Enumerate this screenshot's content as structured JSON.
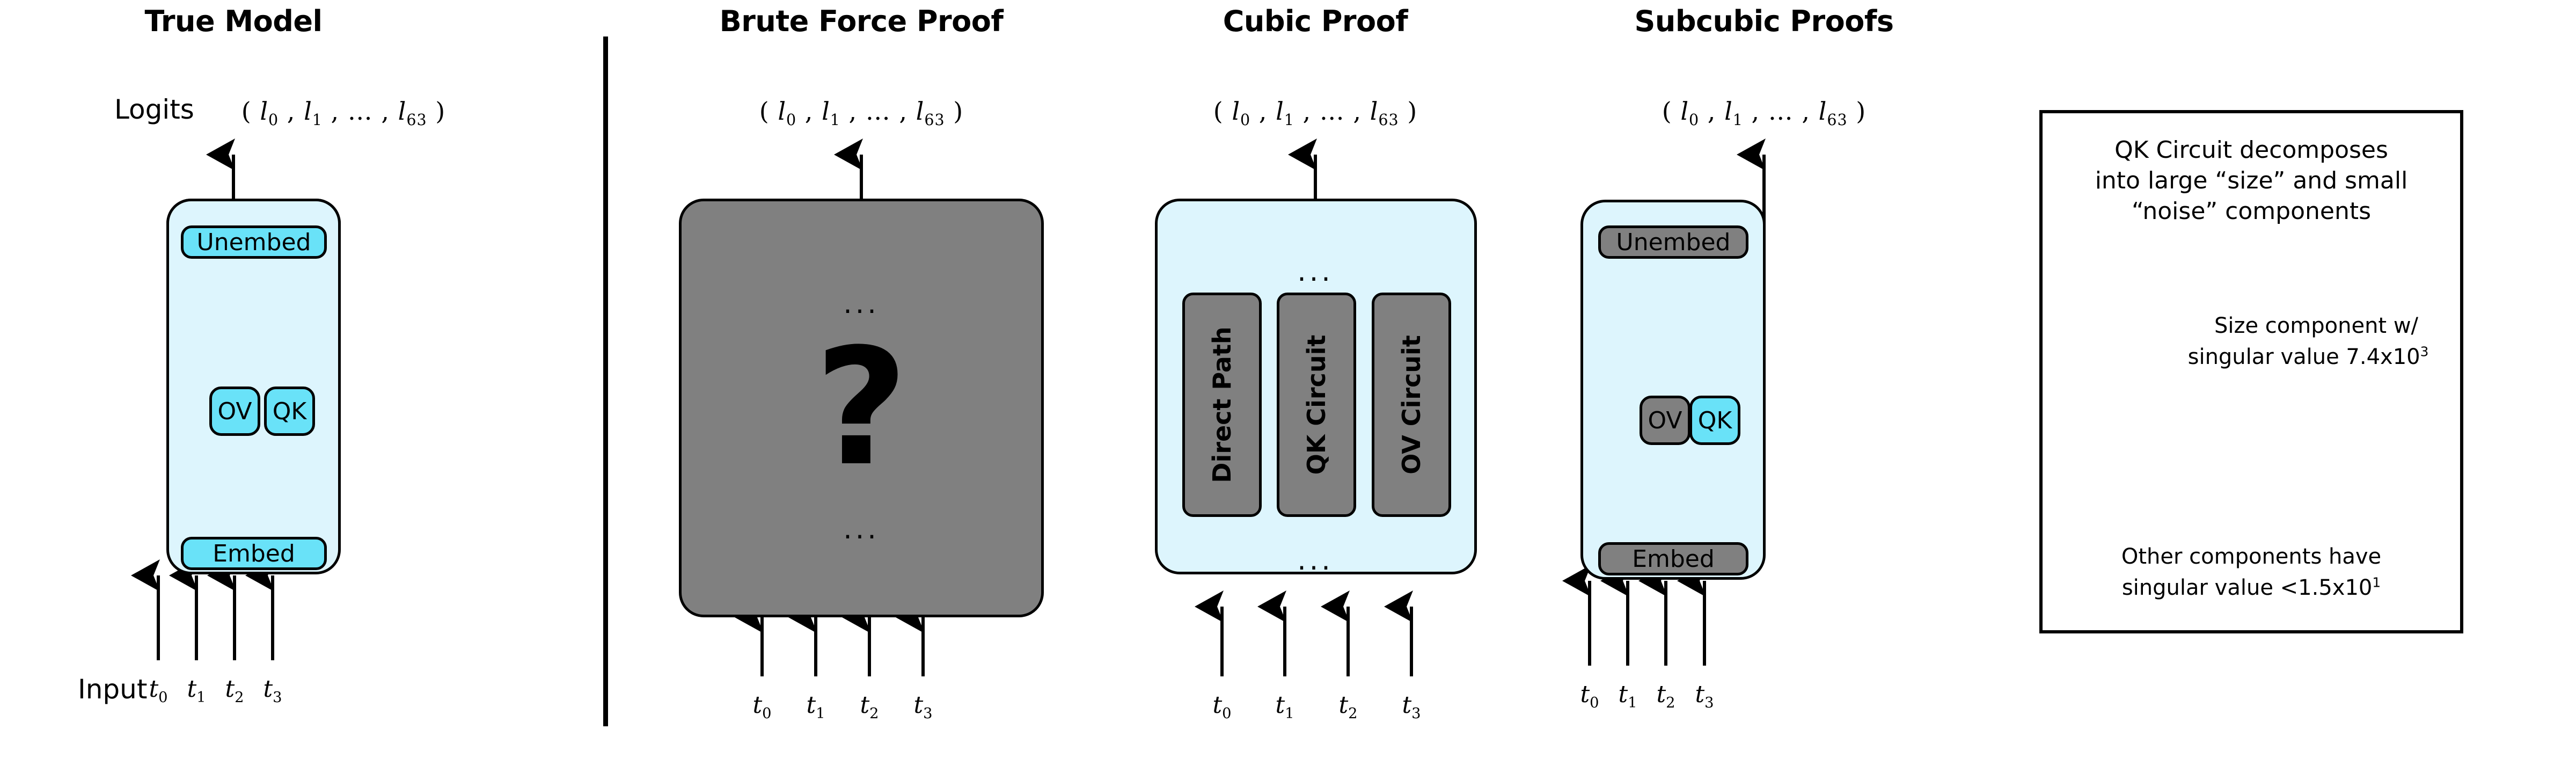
{
  "figure": {
    "panels": [
      {
        "id": "true-model",
        "title": "True Model",
        "logits_prefix": "Logits",
        "logits_tuple": "( l0 , l1 , … , l63 )",
        "input_label": "Input",
        "nodes": [
          "Unembed",
          "OV",
          "QK",
          "Embed"
        ],
        "tokens": [
          "t0",
          "t1",
          "t2",
          "t3"
        ]
      },
      {
        "id": "brute-force-proof",
        "title": "Brute Force Proof",
        "logits_tuple": "( l0 , l1 , … , l63 )",
        "question_mark": "?",
        "dots_top": "...",
        "dots_bottom": "...",
        "tokens": [
          "t0",
          "t1",
          "t2",
          "t3"
        ]
      },
      {
        "id": "cubic-proof",
        "title": "Cubic Proof",
        "logits_tuple": "( l0 , l1 , … , l63 )",
        "columns": [
          "Direct Path",
          "QK Circuit",
          "OV Circuit"
        ],
        "dots_top": "...",
        "dots_bottom": "...",
        "tokens": [
          "t0",
          "t1",
          "t2",
          "t3"
        ]
      },
      {
        "id": "subcubic-proofs",
        "title": "Subcubic Proofs",
        "logits_tuple": "( l0 , l1 , … , l63 )",
        "nodes": [
          "Unembed",
          "OV",
          "QK",
          "Embed"
        ],
        "tokens": [
          "t0",
          "t1",
          "t2",
          "t3"
        ]
      }
    ],
    "legend": {
      "heading_line1": "QK Circuit decomposes",
      "heading_line2": "into large “size” and small",
      "heading_line3": "“noise” components",
      "size_line1": "Size component w/",
      "size_line2_a": "singular value 7.4x10",
      "size_line2_sup": "3",
      "other_line1": "Other components have",
      "other_line2_a": "singular value <1.5x10",
      "other_line2_sup": "1"
    },
    "colors": {
      "panel_fill_light_cyan": "#ddf5fd",
      "node_fill_cyan": "#69e2f8",
      "node_fill_gray": "#808080",
      "arrow_orange": "#f7a400",
      "arrow_gray": "#8c8c8c",
      "stroke_black": "#000000"
    }
  }
}
